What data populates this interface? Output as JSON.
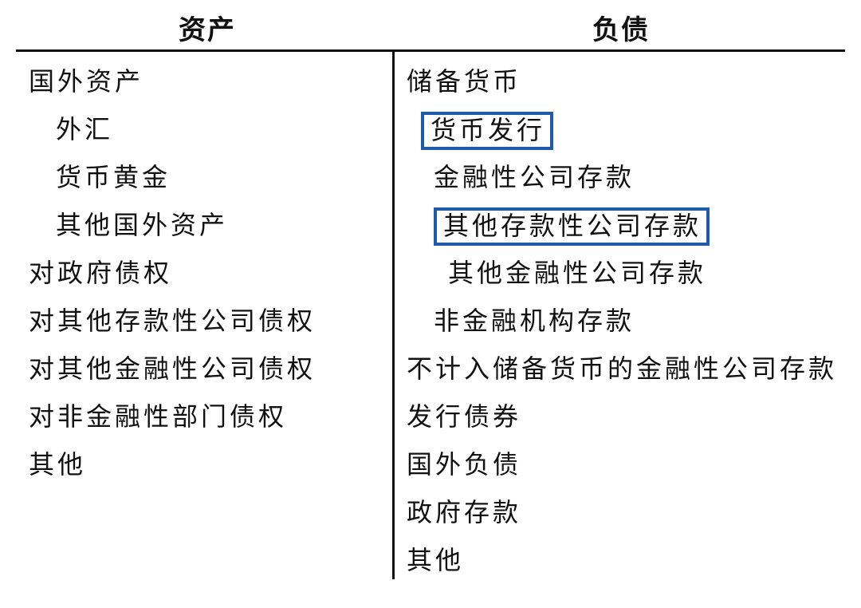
{
  "header": {
    "assets": "资产",
    "liabilities": "负债"
  },
  "highlight_color": "#1f5bab",
  "assets": [
    {
      "label": "国外资产",
      "indent": 0
    },
    {
      "label": "外汇",
      "indent": 1
    },
    {
      "label": "货币黄金",
      "indent": 1
    },
    {
      "label": "其他国外资产",
      "indent": 1
    },
    {
      "label": "对政府债权",
      "indent": 0
    },
    {
      "label": "对其他存款性公司债权",
      "indent": 0
    },
    {
      "label": "对其他金融性公司债权",
      "indent": 0
    },
    {
      "label": "对非金融性部门债权",
      "indent": 0
    },
    {
      "label": "其他",
      "indent": 0
    }
  ],
  "liabilities": [
    {
      "label": "储备货币",
      "indent": 0
    },
    {
      "label": "货币发行",
      "indent": 1,
      "highlighted": true
    },
    {
      "label": "金融性公司存款",
      "indent": 1
    },
    {
      "label": "其他存款性公司存款",
      "indent": 2,
      "highlighted": true
    },
    {
      "label": "其他金融性公司存款",
      "indent": 2
    },
    {
      "label": "非金融机构存款",
      "indent": 1
    },
    {
      "label": "不计入储备货币的金融性公司存款",
      "indent": 0
    },
    {
      "label": "发行债券",
      "indent": 0
    },
    {
      "label": "国外负债",
      "indent": 0
    },
    {
      "label": "政府存款",
      "indent": 0
    },
    {
      "label": "其他",
      "indent": 0
    }
  ]
}
